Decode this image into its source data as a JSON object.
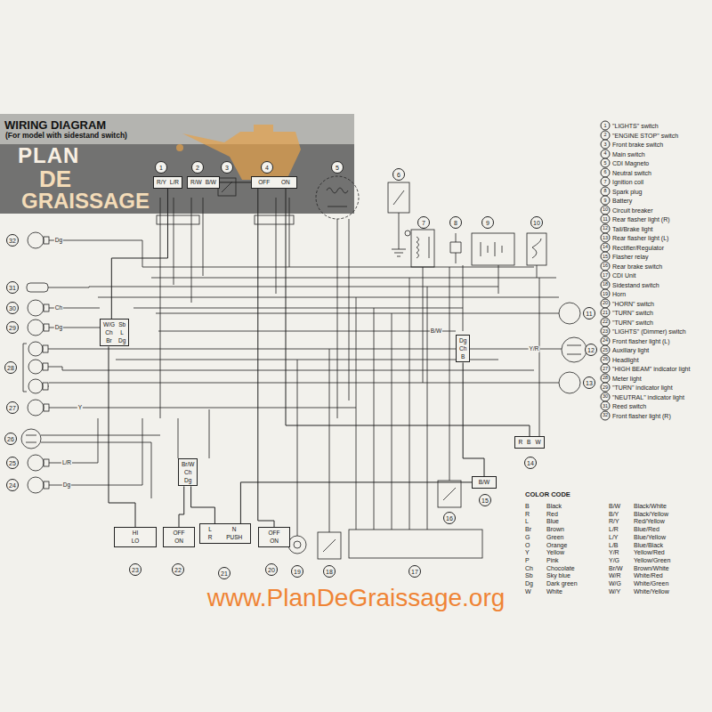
{
  "diagram": {
    "title": "WIRING DIAGRAM",
    "nodes": [
      {
        "text": [
          "R/Y",
          "L/R"
        ]
      },
      {
        "text": [
          "R/W",
          "B/W"
        ]
      },
      {
        "text": [
          "OFF",
          "ON"
        ]
      },
      {
        "text": [
          "W/G",
          "Sb",
          "Ch",
          "L",
          "Br",
          "Dg"
        ]
      },
      {
        "text": [
          "Dg",
          "Ch",
          "B"
        ]
      },
      {
        "text": [
          "B/W"
        ]
      },
      {
        "text": [
          "R",
          "B",
          "W"
        ]
      },
      {
        "text": [
          "Br/W",
          "Ch",
          "Dg"
        ]
      },
      {
        "text": [
          "HI",
          "LO"
        ]
      },
      {
        "text": [
          "OFF",
          "ON"
        ]
      },
      {
        "text": [
          "L",
          "N",
          "R",
          "PUSH"
        ]
      },
      {
        "text": [
          "OFF",
          "ON"
        ]
      }
    ],
    "edges": [
      {
        "from": 0,
        "to": 3,
        "arrow": "none"
      },
      {
        "from": 1,
        "to": 2,
        "arrow": "none"
      },
      {
        "from": 2,
        "to": 6,
        "arrow": "none"
      },
      {
        "from": 3,
        "to": 8,
        "arrow": "none"
      },
      {
        "from": 7,
        "to": 10,
        "arrow": "none"
      },
      {
        "from": 7,
        "to": 9,
        "arrow": "none"
      },
      {
        "from": 5,
        "to": 10,
        "arrow": "none"
      },
      {
        "from": 4,
        "to": 5,
        "arrow": "none"
      },
      {
        "from": 2,
        "to": 11,
        "arrow": "none"
      }
    ],
    "labels": [
      "(For model with sidestand switch)",
      "PLAN",
      "DE",
      "GRAISSAGE",
      "www.PlanDeGraissage.org",
      "1",
      "2",
      "3",
      "4",
      "5",
      "6",
      "7",
      "8",
      "9",
      "10",
      "11",
      "12",
      "13",
      "14",
      "15",
      "16",
      "17",
      "18",
      "19",
      "20",
      "21",
      "22",
      "23",
      "24",
      "25",
      "26",
      "27",
      "28",
      "29",
      "30",
      "31",
      "32",
      "1",
      "\"LIGHTS\" switch",
      "2",
      "\"ENGINE STOP\" switch",
      "3",
      "Front brake switch",
      "4",
      "Main switch",
      "5",
      "CDI Magneto",
      "6",
      "Neutral switch",
      "7",
      "Ignition coil",
      "8",
      "Spark plug",
      "9",
      "Battery",
      "10",
      "Circuit breaker",
      "11",
      "Rear flasher light (R)",
      "12",
      "Tail/Brake light",
      "13",
      "Rear flasher light (L)",
      "14",
      "Rectifier/Regulator",
      "15",
      "Flasher relay",
      "16",
      "Rear brake switch",
      "17",
      "CDI Unit",
      "18",
      "Sidestand switch",
      "19",
      "Horn",
      "20",
      "\"HORN\" switch",
      "21",
      "\"TURN\" switch",
      "22",
      "\"TURN\" switch",
      "23",
      "\"LIGHTS\" (Dimmer) switch",
      "24",
      "Front flasher light (L)",
      "25",
      "Auxiliary light",
      "26",
      "Headlight",
      "27",
      "\"HIGH BEAM\" indicator light",
      "28",
      "Meter light",
      "29",
      "\"TURN\" indicator light",
      "30",
      "\"NEUTRAL\" indicator light",
      "31",
      "Reed switch",
      "32",
      "Front flasher light (R)",
      "COLOR CODE",
      "B",
      "Black",
      "R",
      "Red",
      "L",
      "Blue",
      "Br",
      "Brown",
      "G",
      "Green",
      "O",
      "Orange",
      "Y",
      "Yellow",
      "P",
      "Pink",
      "Ch",
      "Chocolate",
      "Sb",
      "Sky blue",
      "Dg",
      "Dark green",
      "W",
      "White",
      "B/W",
      "Black/White",
      "B/Y",
      "Black/Yellow",
      "R/Y",
      "Red/Yellow",
      "L/R",
      "Blue/Red",
      "L/Y",
      "Blue/Yellow",
      "L/B",
      "Blue/Black",
      "Y/R",
      "Yellow/Red",
      "Y/G",
      "Yellow/Green",
      "Br/W",
      "Brown/White",
      "W/R",
      "White/Red",
      "W/G",
      "White/Green",
      "W/Y",
      "White/Yellow",
      "Dg",
      "Ch",
      "Dg",
      "Y",
      "L/R",
      "Dg",
      "Y/R",
      "B/W"
    ]
  }
}
